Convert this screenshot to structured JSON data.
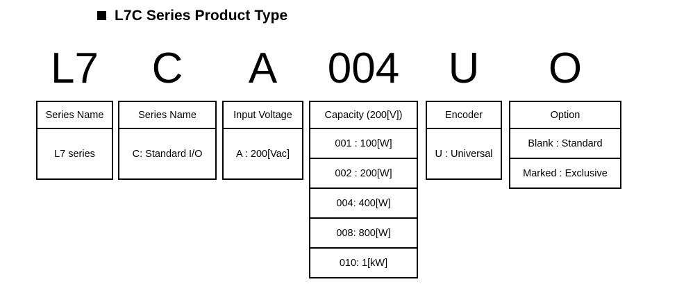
{
  "title": {
    "bullet": "black-square-bullet",
    "text": "L7C Series Product Type"
  },
  "code_example": {
    "segments": [
      {
        "value": "L7",
        "column": "series-name-l7"
      },
      {
        "value": "C",
        "column": "series-name-io"
      },
      {
        "value": "A",
        "column": "input-voltage"
      },
      {
        "value": "004",
        "column": "capacity"
      },
      {
        "value": "U",
        "column": "encoder"
      },
      {
        "value": "O",
        "column": "option"
      }
    ]
  },
  "columns": [
    {
      "key": "series-name-l7",
      "header": "Series Name",
      "items": [
        "L7 series"
      ]
    },
    {
      "key": "series-name-io",
      "header": "Series Name",
      "items": [
        "C: Standard I/O"
      ]
    },
    {
      "key": "input-voltage",
      "header": "Input Voltage",
      "items": [
        "A : 200[Vac]"
      ]
    },
    {
      "key": "capacity",
      "header": "Capacity (200[V])",
      "items": [
        "001 : 100[W]",
        "002 : 200[W]",
        "004: 400[W]",
        "008: 800[W]",
        "010: 1[kW]"
      ]
    },
    {
      "key": "encoder",
      "header": "Encoder",
      "items": [
        "U : Universal"
      ]
    },
    {
      "key": "option",
      "header": "Option",
      "items": [
        "Blank : Standard",
        "Marked : Exclusive"
      ]
    }
  ],
  "colors": {
    "background": "#ffffff",
    "ink": "#000000",
    "border": "#000000"
  }
}
